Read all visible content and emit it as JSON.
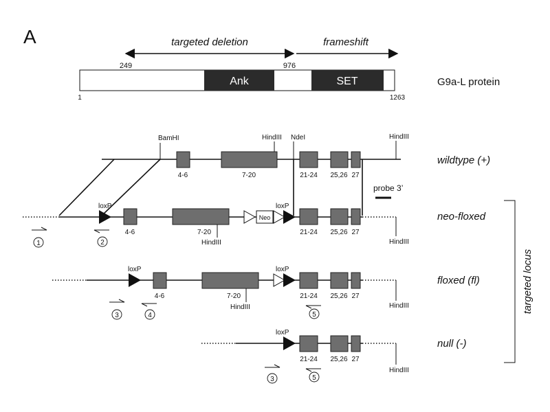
{
  "panel_label": "A",
  "protein": {
    "deletion_label": "targeted deletion",
    "frameshift_label": "frameshift",
    "pos_249": "249",
    "pos_976": "976",
    "pos_1": "1",
    "pos_1263": "1263",
    "domain_ank": "Ank",
    "domain_set": "SET",
    "name": "G9a-L protein"
  },
  "sites": {
    "bamhi": "BamHI",
    "hindiii": "HindIII",
    "ndei": "NdeI",
    "loxp": "loxP",
    "neo": "Neo",
    "probe": "probe 3’"
  },
  "exons": {
    "e4_6": "4-6",
    "e7_20": "7-20",
    "e21_24": "21-24",
    "e25_26": "25,26",
    "e27": "27"
  },
  "alleles": {
    "wildtype": "wildtype (+)",
    "neo_floxed": "neo-floxed",
    "floxed": "floxed (fl)",
    "null": "null (-)",
    "targeted_locus": "targeted locus"
  },
  "primers": {
    "p1": "1",
    "p2": "2",
    "p3": "3",
    "p4": "4",
    "p5": "5"
  },
  "colors": {
    "exon_fill": "#6e6e6e",
    "domain_fill": "#2b2b2b",
    "line": "#111111"
  }
}
